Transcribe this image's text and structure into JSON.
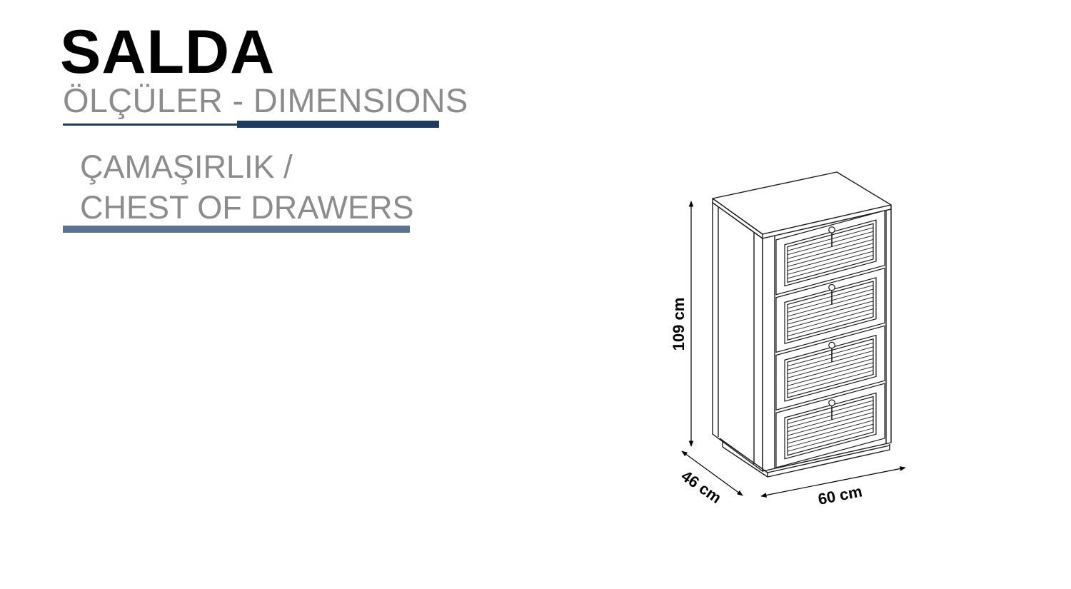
{
  "header": {
    "brand": "SALDA",
    "subtitle": "ÖLÇÜLER - DIMENSIONS"
  },
  "product": {
    "name_tr": "ÇAMAŞIRLIK /",
    "name_en": "CHEST OF DRAWERS"
  },
  "dimensions": {
    "height": "109 cm",
    "width": "60 cm",
    "depth": "46 cm"
  },
  "drawing": {
    "drawer_count": 4,
    "line_color": "#1a1a1a",
    "accent_color": "#1d3a62"
  }
}
